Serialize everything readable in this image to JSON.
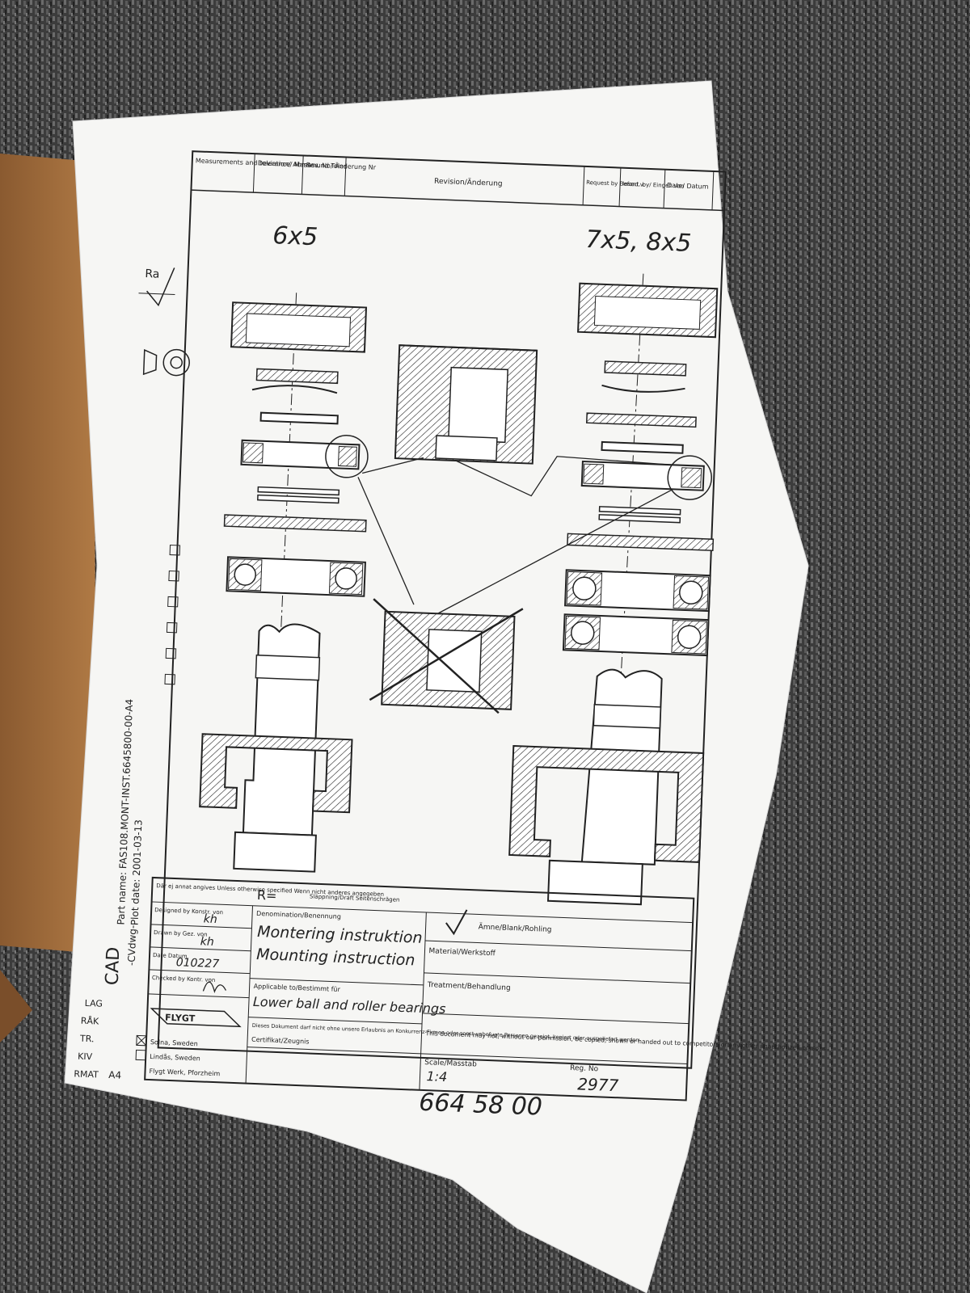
{
  "header": {
    "col1": "Measurements and tolerance/ Masse und Toler.",
    "col2": "Deviation/ Abmass",
    "col3": "Rev. No/ Änderung Nr",
    "col4": "Revision/Änderung",
    "col5": "Request by Beford.v.",
    "col6": "Insert. by/ Eingef. von",
    "col7": "Date/ Datum"
  },
  "drawing": {
    "left_label": "6x5",
    "right_label": "7x5,  8x5",
    "roughness_symbol": "Ra"
  },
  "side_margin": {
    "cad": "CAD",
    "cvdwg": "-CVdwg-",
    "part_name": "Part name: FAS108.MONT-INST.6645800-00-A4",
    "plot_date": "Plot date: 2001-03-13",
    "lag": "LAG",
    "rak": "RÅK",
    "tr": "TR.",
    "kiv": "KIV",
    "format_label": "RMAT",
    "format_value": "A4"
  },
  "title_block": {
    "unless_note": "Där ej annat angives Unless otherwise specified Wenn nicht anderes angegeben",
    "r_label": "R=",
    "draft_label": "Släppning/Draft Seitenschrägen",
    "designed_label": "Designed by Konstr. von",
    "designed_value": "kh",
    "drawn_label": "Drawn by Gez. von",
    "drawn_value": "kh",
    "date_label": "Date Datum",
    "date_value": "010227",
    "checked_label": "Checked by Kontr. von",
    "denomination_label": "Denomination/Benennung",
    "denomination_1": "Montering instruktion",
    "denomination_2": "Mounting instruction",
    "applicable_label": "Applicable to/Bestimmt für",
    "applicable_value": "Lower ball and roller bearings",
    "blank_label": "Ämne/Blank/Rohling",
    "material_label": "Material/Werkstoff",
    "treatment_label": "Treatment/Behandlung",
    "german_notice": "Dieses Dokument darf nicht ohne unsere Erlaubnis an Konkurrenz-Firmen oder sonst unbefugte Personen gezeigt, kopiert oder ausgeliefert werden",
    "certificate_label": "Certifikat/Zeugnis",
    "english_notice": "This document may not, without our permission, be copied, shown or handed out to competitors or any other unauthorized persons",
    "scale_label": "Scale/Masstab",
    "scale_value": "1:4",
    "drawing_number": "664 58 00",
    "reg_label": "Reg. No",
    "reg_value": "2977",
    "company": "FLYGT",
    "loc_1": "Solna, Sweden",
    "loc_2": "Lindås, Sweden",
    "loc_3": "Flygt Werk, Pforzheim"
  }
}
